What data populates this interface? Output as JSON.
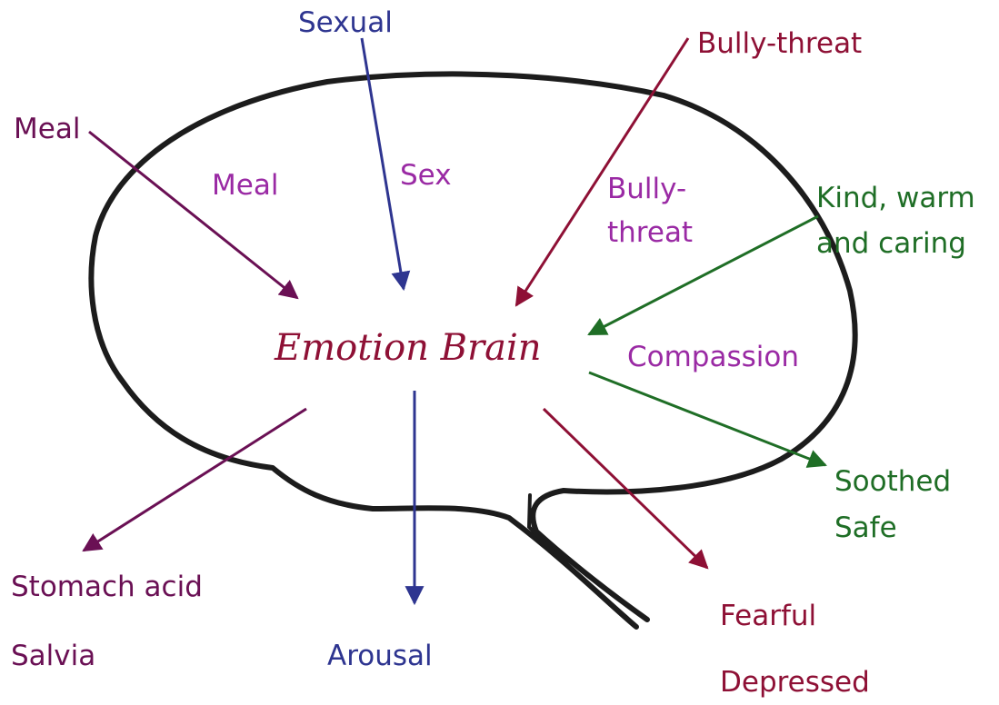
{
  "title": "Emotion Brain",
  "colors": {
    "outline": "#1c1c1c",
    "purple_arrow": "#6a1054",
    "purple_text": "#9a2aa4",
    "blue": "#2e3590",
    "red": "#8e1035",
    "green": "#1f6e26"
  },
  "inputs": {
    "sexual": "Sexual",
    "meal": "Meal",
    "bully": "Bully-threat",
    "kind_line1": "Kind, warm",
    "kind_line2": "and caring"
  },
  "inner": {
    "meal": "Meal",
    "sex": "Sex",
    "bully_line1": "Bully-",
    "bully_line2": "threat",
    "compassion": "Compassion"
  },
  "outputs": {
    "stomach": "Stomach acid",
    "salvia": "Salvia",
    "arousal": "Arousal",
    "soothed": "Soothed",
    "safe": "Safe",
    "fearful": "Fearful",
    "depressed": "Depressed"
  }
}
